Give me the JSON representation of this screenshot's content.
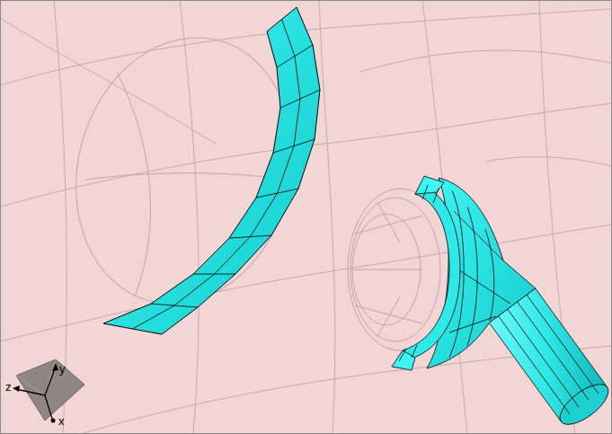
{
  "diagram": {
    "labels": [
      "y",
      "z",
      "x"
    ]
  }
}
